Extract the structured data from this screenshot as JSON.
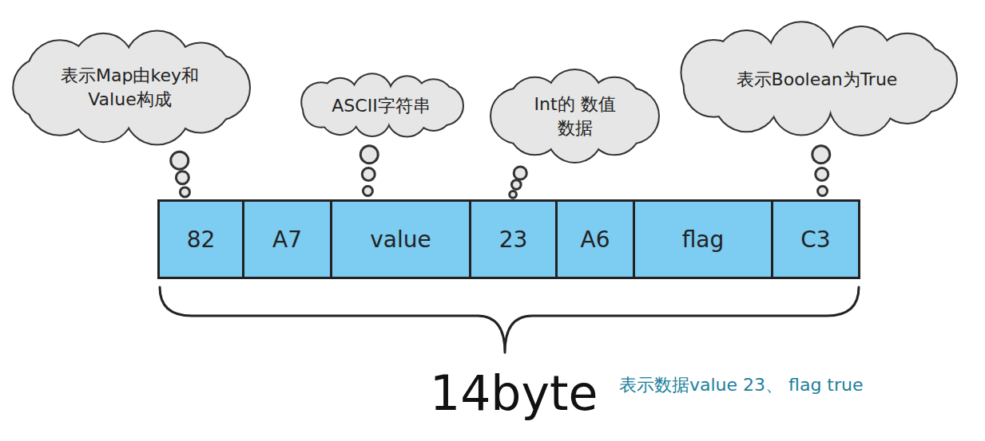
{
  "diagram": {
    "nodes": [
      {
        "text": [
          "表示Map由key和 Value构成"
        ]
      },
      {
        "text": [
          "ASCII字符串"
        ]
      },
      {
        "text": [
          "Int的 数值数据"
        ]
      },
      {
        "text": [
          "表示Boolean为True"
        ]
      },
      {
        "text": [
          "82"
        ]
      },
      {
        "text": [
          "A7"
        ]
      },
      {
        "text": [
          "value"
        ]
      },
      {
        "text": [
          "23"
        ]
      },
      {
        "text": [
          "A6"
        ]
      },
      {
        "text": [
          "flag"
        ]
      },
      {
        "text": [
          "C3"
        ]
      }
    ],
    "edges": [
      {
        "from": 0,
        "to": 4,
        "arrow": "none"
      },
      {
        "from": 1,
        "to": 6,
        "arrow": "none"
      },
      {
        "from": 2,
        "to": 7,
        "arrow": "none"
      },
      {
        "from": 3,
        "to": 10,
        "arrow": "none"
      }
    ],
    "labels": [
      "14byte",
      "表示数据value 23、 flag true"
    ]
  }
}
